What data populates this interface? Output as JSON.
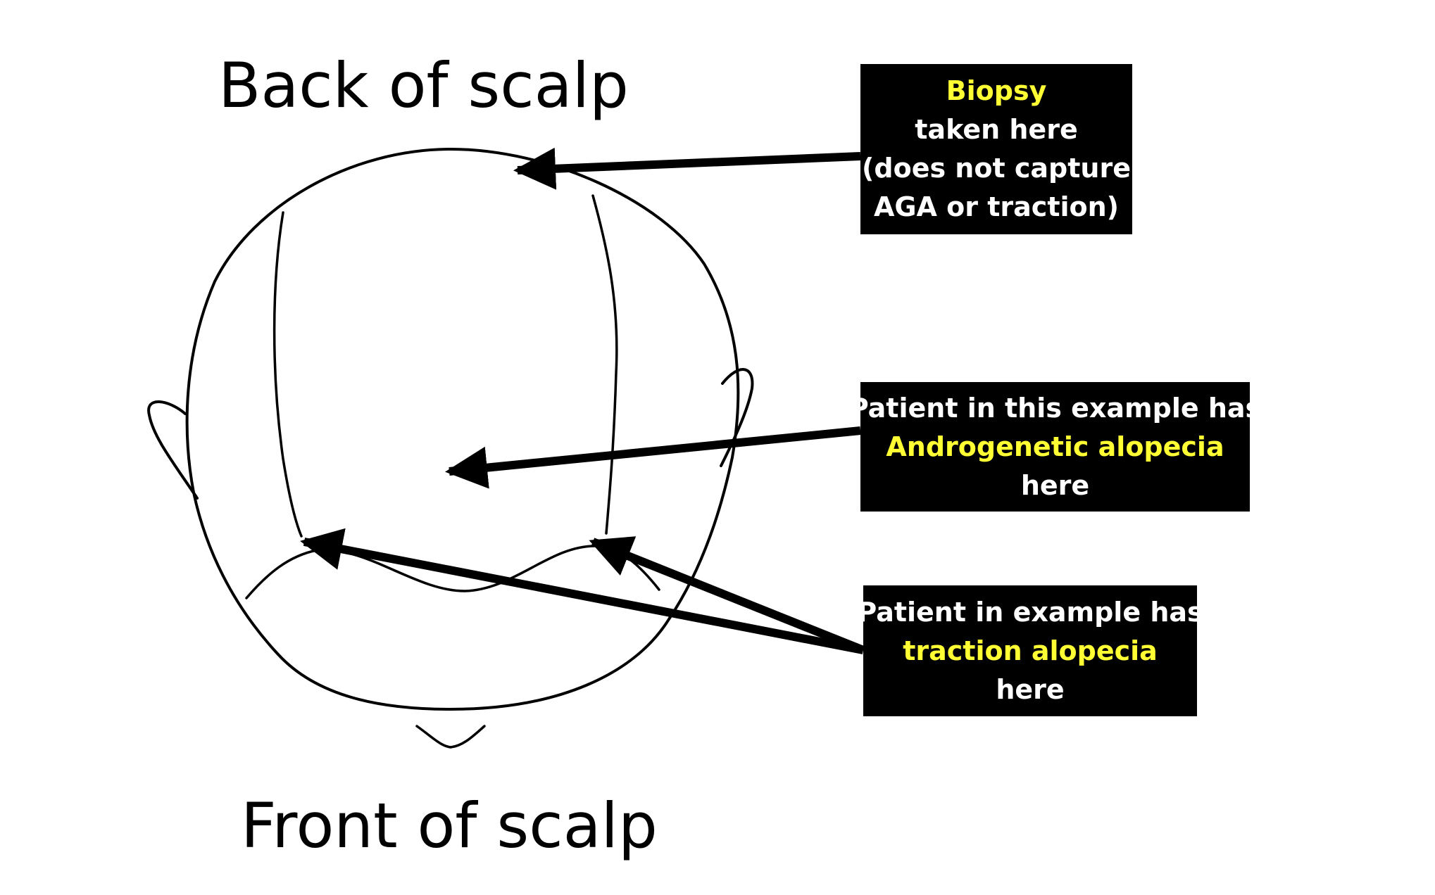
{
  "titles": {
    "back": "Back of scalp",
    "front": "Front of scalp"
  },
  "callouts": {
    "biopsy": {
      "line1": "Biopsy",
      "line2": "taken here",
      "line3": "(does not capture",
      "line4": "AGA or traction)"
    },
    "aga": {
      "line1": "Patient in this example has",
      "line2": "Androgenetic alopecia",
      "line3": "here"
    },
    "traction": {
      "line1": "Patient in example has",
      "line2": "traction alopecia",
      "line3": "here"
    }
  },
  "colors": {
    "background": "#ffffff",
    "line": "#000000",
    "callout_background": "#000000",
    "callout_text": "#ffffff",
    "highlight_text": "#ffff33"
  }
}
